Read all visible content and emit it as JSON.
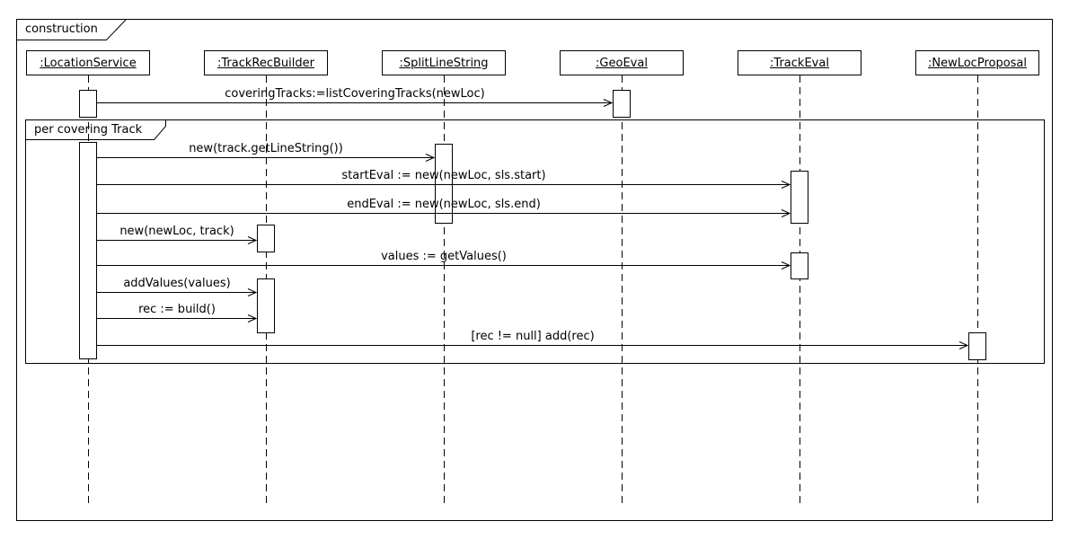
{
  "diagram": {
    "type": "uml-sequence-diagram",
    "frame_title": "construction",
    "fragment": {
      "label": "per covering Track"
    },
    "lifelines": [
      {
        "label": ":LocationService"
      },
      {
        "label": ":TrackRecBuilder"
      },
      {
        "label": ":SplitLineString"
      },
      {
        "label": ":GeoEval"
      },
      {
        "label": ":TrackEval"
      },
      {
        "label": ":NewLocProposal"
      }
    ],
    "messages": [
      {
        "label": "coveringTracks:=listCoveringTracks(newLoc)",
        "from": ":LocationService",
        "to": ":GeoEval"
      },
      {
        "label": "new(track.getLineString())",
        "from": ":LocationService",
        "to": ":SplitLineString"
      },
      {
        "label": "startEval := new(newLoc, sls.start)",
        "from": ":LocationService",
        "to": ":TrackEval"
      },
      {
        "label": "endEval := new(newLoc, sls.end)",
        "from": ":LocationService",
        "to": ":TrackEval"
      },
      {
        "label": "new(newLoc, track)",
        "from": ":LocationService",
        "to": ":TrackRecBuilder"
      },
      {
        "label": "values := getValues()",
        "from": ":LocationService",
        "to": ":TrackEval"
      },
      {
        "label": "addValues(values)",
        "from": ":LocationService",
        "to": ":TrackRecBuilder"
      },
      {
        "label": "rec := build()",
        "from": ":LocationService",
        "to": ":TrackRecBuilder"
      },
      {
        "label": "[rec != null] add(rec)",
        "from": ":LocationService",
        "to": ":NewLocProposal"
      }
    ],
    "colors": {
      "line": "#000000",
      "background": "#ffffff"
    }
  }
}
